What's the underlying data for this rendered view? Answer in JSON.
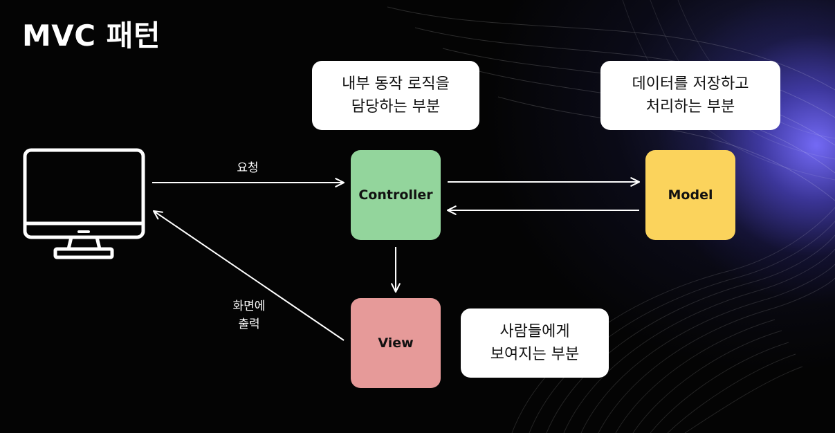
{
  "title": "MVC 패턴",
  "bubbles": {
    "controller_desc": [
      "내부 동작 로직을",
      "담당하는 부분"
    ],
    "model_desc": [
      "데이터를 저장하고",
      "처리하는 부분"
    ],
    "view_desc": [
      "사람들에게",
      "보여지는 부분"
    ]
  },
  "nodes": {
    "controller": {
      "label": "Controller",
      "color": "#93D59C"
    },
    "model": {
      "label": "Model",
      "color": "#FBD35C"
    },
    "view": {
      "label": "View",
      "color": "#E69A99"
    },
    "client": {
      "icon": "monitor-icon"
    }
  },
  "edges": {
    "request": "요청",
    "render": [
      "화면에",
      "출력"
    ]
  },
  "colors": {
    "background": "#040404",
    "glow": "#7B6EFF",
    "stroke": "#FFFFFF"
  }
}
